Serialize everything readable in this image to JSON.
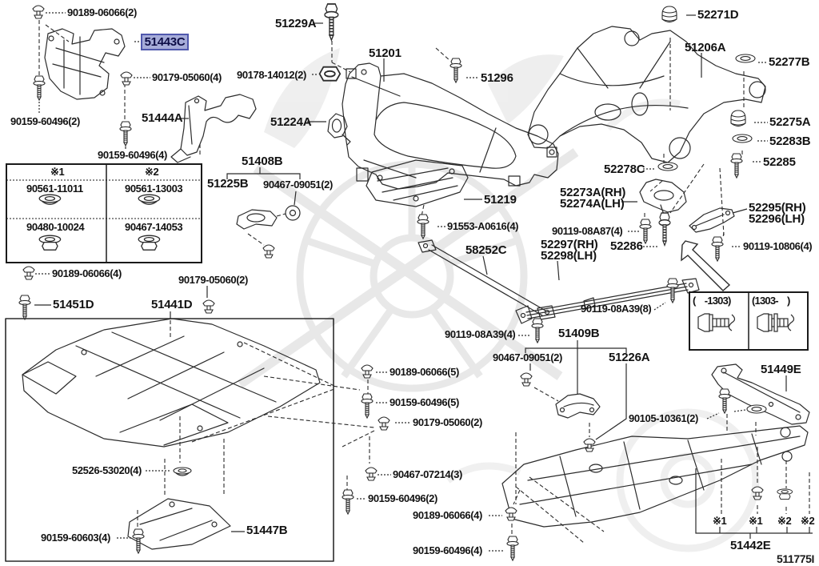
{
  "diagram": {
    "highlight": {
      "text": "51443C",
      "bg": "#a6acd9",
      "border": "#5058ad"
    },
    "diagram_code": "511775I",
    "labels": [
      {
        "text": "90189-06066(2)"
      },
      {
        "text": "90179-05060(4)"
      },
      {
        "text": "90159-60496(2)"
      },
      {
        "text": "51444A"
      },
      {
        "text": "90159-60496(4)"
      },
      {
        "text": "51224A"
      },
      {
        "text": "51229A"
      },
      {
        "text": "90178-14012(2)"
      },
      {
        "text": "51201"
      },
      {
        "text": "51296"
      },
      {
        "text": "52271D"
      },
      {
        "text": "51206A"
      },
      {
        "text": "52277B"
      },
      {
        "text": "52275A"
      },
      {
        "text": "52283B"
      },
      {
        "text": "52285"
      },
      {
        "text": "52278C"
      },
      {
        "text": "52273A(RH)"
      },
      {
        "text": "52274A(LH)"
      },
      {
        "text": "52295(RH)"
      },
      {
        "text": "52296(LH)"
      },
      {
        "text": "90119-08A87(4)"
      },
      {
        "text": "52286"
      },
      {
        "text": "90119-10806(4)"
      },
      {
        "text": "51219"
      },
      {
        "text": "91553-A0616(4)"
      },
      {
        "text": "58252C"
      },
      {
        "text": "52297(RH)"
      },
      {
        "text": "52298(LH)"
      },
      {
        "text": "90119-08A39(8)"
      },
      {
        "text": "90119-08A39(4)"
      },
      {
        "text": "51409B"
      },
      {
        "text": "51408B"
      },
      {
        "text": "51225B"
      },
      {
        "text": "90467-09051(2)"
      },
      {
        "text": "90189-06066(4)"
      },
      {
        "text": "51451D"
      },
      {
        "text": "90179-05060(2)"
      },
      {
        "text": "51441D"
      },
      {
        "text": "52526-53020(4)"
      },
      {
        "text": "90159-60603(4)"
      },
      {
        "text": "51447B"
      },
      {
        "text": "90189-06066(5)"
      },
      {
        "text": "90159-60496(5)"
      },
      {
        "text": "90179-05060(2)"
      },
      {
        "text": "90467-07214(3)"
      },
      {
        "text": "90159-60496(2)"
      },
      {
        "text": "90189-06066(4)"
      },
      {
        "text": "90159-60496(4)"
      },
      {
        "text": "90467-09051(2)"
      },
      {
        "text": "51226A"
      },
      {
        "text": "90105-10361(2)"
      },
      {
        "text": "51449E"
      },
      {
        "text": "※1"
      },
      {
        "text": "※1"
      },
      {
        "text": "※2"
      },
      {
        "text": "※2"
      },
      {
        "text": "51442E"
      },
      {
        "text": "511775I"
      }
    ],
    "table_fitting": {
      "headers": [
        "※1",
        "※2"
      ],
      "rows": [
        [
          "90561-11011",
          "90561-13003"
        ],
        [
          "90480-10024",
          "90467-14053"
        ]
      ]
    },
    "table_bolt": {
      "left_header": "(    -1303)",
      "right_header": "(1303-    )"
    },
    "colors": {
      "line": "#2b2b2b",
      "text": "#121212",
      "watermark": "#e4e4e4"
    }
  }
}
